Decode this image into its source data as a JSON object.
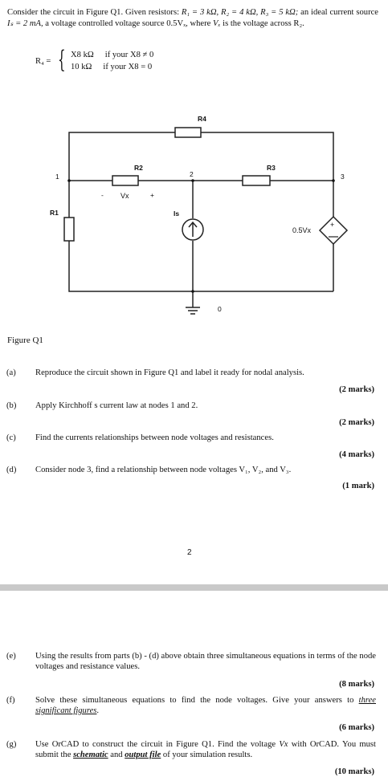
{
  "intro": {
    "p1": "Consider the circuit in Figure Q1. Given resistors: ",
    "r1": "R₁ = 3 kΩ, ",
    "r2": "R₂ = 4 kΩ, ",
    "r3": "R₃ = 5 kΩ; ",
    "p2": "an ideal current source ",
    "is": "Iₛ = 2 mA, ",
    "p3": "a voltage controlled voltage source 0.5Vₓ, where ",
    "vx": "Vₓ",
    "p4": " is the voltage across R₂."
  },
  "piecewise": {
    "lhs": "R₄ =",
    "row1_val": "X8 kΩ",
    "row1_cond": "if your X8 ≠ 0",
    "row2_val": "10 kΩ",
    "row2_cond": "if your X8 = 0"
  },
  "circuit": {
    "R1": "R1",
    "R2": "R2",
    "R3": "R3",
    "R4": "R4",
    "Is": "Is",
    "node1": "1",
    "node2": "2",
    "node3": "3",
    "node0": "0",
    "minus": "-",
    "plus": "+",
    "vx": "Vx",
    "vcvs": "0.5Vx",
    "src_plus": "+"
  },
  "figure_caption": "Figure Q1",
  "questions": [
    {
      "label": "(a)",
      "text": "Reproduce the circuit shown in Figure Q1 and label it ready for nodal analysis.",
      "marks": "(2 marks)"
    },
    {
      "label": "(b)",
      "text": "Apply Kirchhoff s current law at nodes 1 and 2.",
      "marks": "(2 marks)"
    },
    {
      "label": "(c)",
      "text": "Find the currents relationships between node voltages and resistances.",
      "marks": "(4 marks)"
    },
    {
      "label": "(d)",
      "text": "Consider node 3, find a relationship between node voltages V₁, V₂, and V₃.",
      "marks": "(1 mark)"
    },
    {
      "label": "(e)",
      "text": "Using the results from parts (b) - (d) above obtain three simultaneous equations in terms of the node voltages and resistance values.",
      "marks": "(8 marks)"
    },
    {
      "label": "(f)",
      "text_a": "Solve these simultaneous equations to find the node voltages. Give your answers to ",
      "text_u": "three significant figures",
      "text_b": ".",
      "marks": "(6 marks)"
    },
    {
      "label": "(g)",
      "text_a": "Use OrCAD to construct the circuit in Figure Q1. Find the voltage ",
      "text_vx": "Vx",
      "text_m": " with OrCAD. You must submit the ",
      "text_s": "schematic",
      "text_and": " and ",
      "text_o": "output file",
      "text_b": " of your simulation results.",
      "marks": "(10 marks)"
    }
  ],
  "page_number": "2"
}
